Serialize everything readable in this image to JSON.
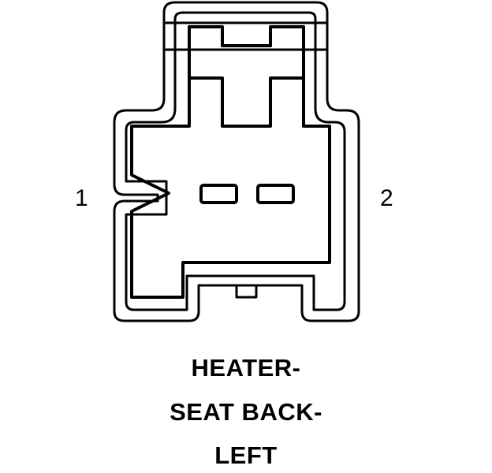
{
  "diagram": {
    "pins": [
      {
        "label": "1"
      },
      {
        "label": "2"
      }
    ],
    "caption": [
      "HEATER-",
      "SEAT BACK-",
      "LEFT"
    ],
    "colors": {
      "stroke": "#000000",
      "background": "#ffffff"
    }
  }
}
